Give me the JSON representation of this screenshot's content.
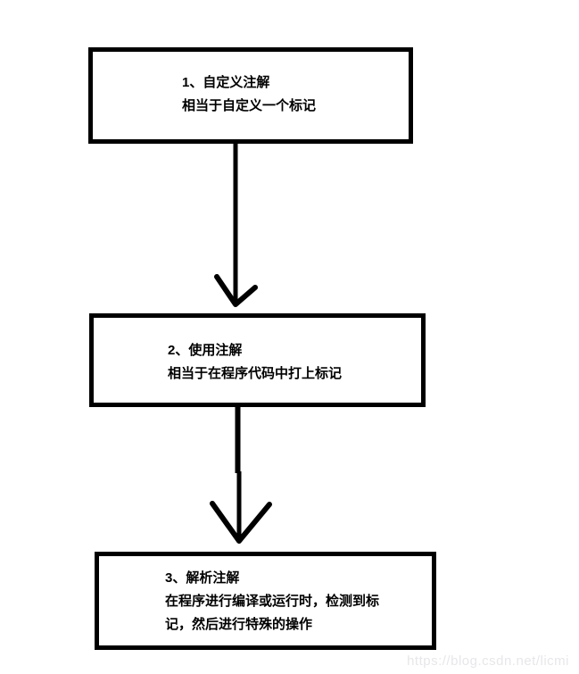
{
  "colors": {
    "stroke": "#000000",
    "background": "#ffffff",
    "watermark": "#e7e7eb"
  },
  "flowchart": {
    "steps": [
      {
        "title": "1、自定义注解",
        "body": [
          "相当于自定义一个标记"
        ]
      },
      {
        "title": "2、使用注解",
        "body": [
          "相当于在程序代码中打上标记"
        ]
      },
      {
        "title": "3、解析注解",
        "body": [
          "在程序进行编译或运行时，检测到标",
          "记，然后进行特殊的操作"
        ]
      }
    ],
    "connections": [
      {
        "from": "step-1",
        "to": "step-2"
      },
      {
        "from": "step-2",
        "to": "step-3"
      }
    ]
  },
  "watermark": {
    "text": "https://blog.csdn.net/licmi"
  }
}
